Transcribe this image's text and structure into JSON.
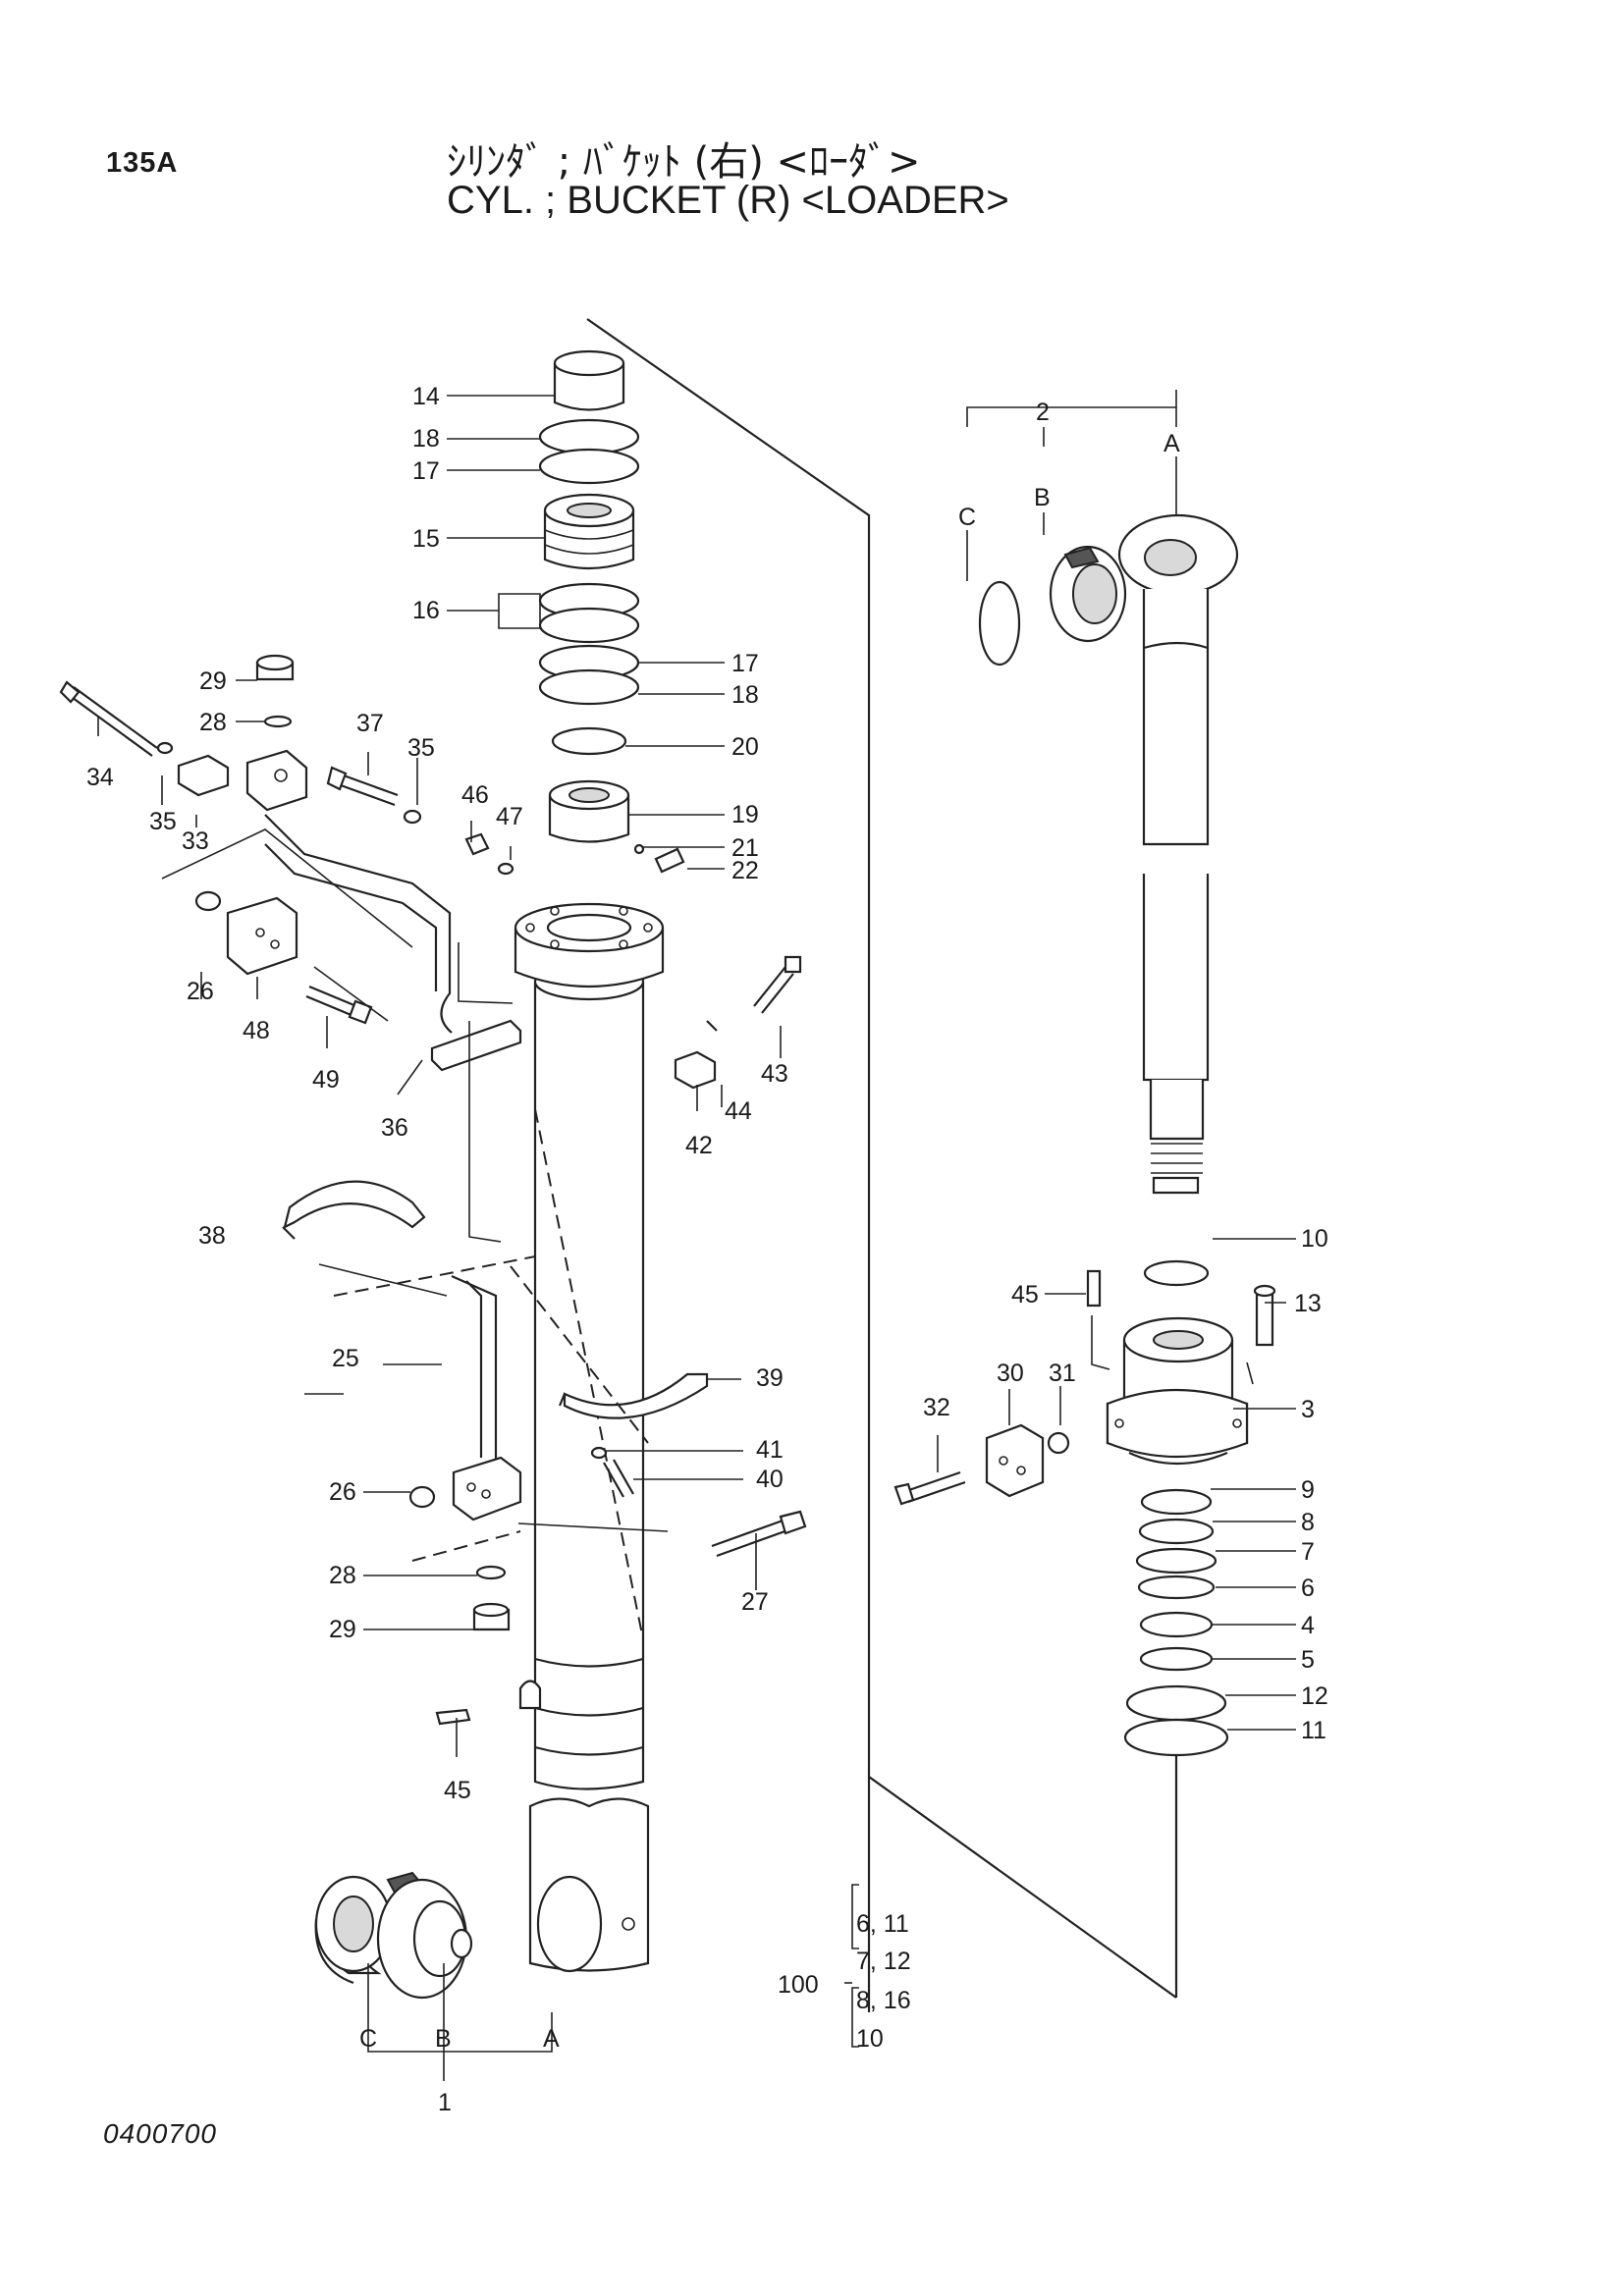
{
  "header": {
    "page_code": "135A",
    "title_jp": "ｼﾘﾝﾀﾞ ; ﾊﾞｹｯﾄ (右) <ﾛｰﾀﾞ>",
    "title_en": "CYL. ; BUCKET (R) <LOADER>"
  },
  "footer": {
    "doc_number": "0400700"
  },
  "callouts": {
    "c1": "1",
    "c2": "2",
    "c3": "3",
    "c4": "4",
    "c5": "5",
    "c6": "6",
    "c7": "7",
    "c8": "8",
    "c9": "9",
    "c10": "10",
    "c11": "11",
    "c12": "12",
    "c13": "13",
    "c14": "14",
    "c15": "15",
    "c16": "16",
    "c17a": "17",
    "c17b": "17",
    "c18a": "18",
    "c18b": "18",
    "c19": "19",
    "c20": "20",
    "c21": "21",
    "c22": "22",
    "c25": "25",
    "c26a": "26",
    "c26b": "26",
    "c27": "27",
    "c28a": "28",
    "c28b": "28",
    "c29a": "29",
    "c29b": "29",
    "c30": "30",
    "c31": "31",
    "c32": "32",
    "c33": "33",
    "c34": "34",
    "c35a": "35",
    "c35b": "35",
    "c36": "36",
    "c37": "37",
    "c38": "38",
    "c39": "39",
    "c40": "40",
    "c41": "41",
    "c42": "42",
    "c43": "43",
    "c44": "44",
    "c45a": "45",
    "c45b": "45",
    "c46": "46",
    "c47": "47",
    "c48": "48",
    "c49": "49",
    "tubeA": "A",
    "tubeB": "B",
    "tubeC": "C",
    "rodA": "A",
    "rodB": "B",
    "rodC": "C"
  },
  "kit": {
    "number": "100",
    "items": [
      "6, 11",
      "7, 12",
      "8, 16",
      "10"
    ]
  }
}
